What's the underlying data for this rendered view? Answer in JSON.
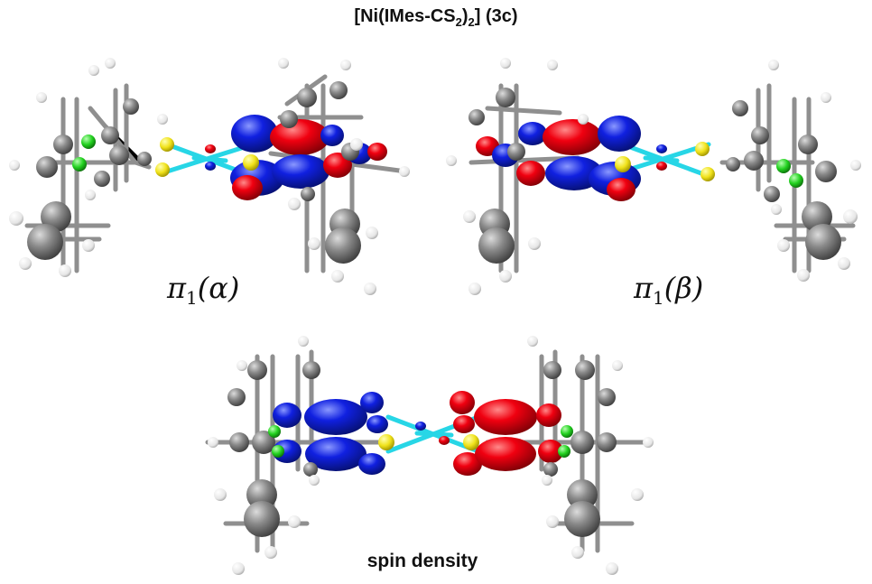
{
  "title": {
    "prefix": "[Ni(IMes-CS",
    "sub2a": "2",
    "mid": ")",
    "sub2b": "2",
    "suffix": "] (3c)"
  },
  "panels": [
    {
      "id": "alpha",
      "label_symbol": "π",
      "label_sub": "1",
      "label_open": "(",
      "label_greek": "α",
      "label_close": ")"
    },
    {
      "id": "beta",
      "label_symbol": "π",
      "label_sub": "1",
      "label_open": "(",
      "label_greek": "β",
      "label_close": ")"
    }
  ],
  "bottom_caption": "spin density",
  "colors": {
    "lobe_positive": "#e0000f",
    "lobe_negative": "#0a14d8",
    "carbon": "#777777",
    "hydrogen": "#f4f4f4",
    "sulfur": "#f2e51e",
    "nitrogen": "#21d31f",
    "nickel_bond": "#27d6e6"
  }
}
